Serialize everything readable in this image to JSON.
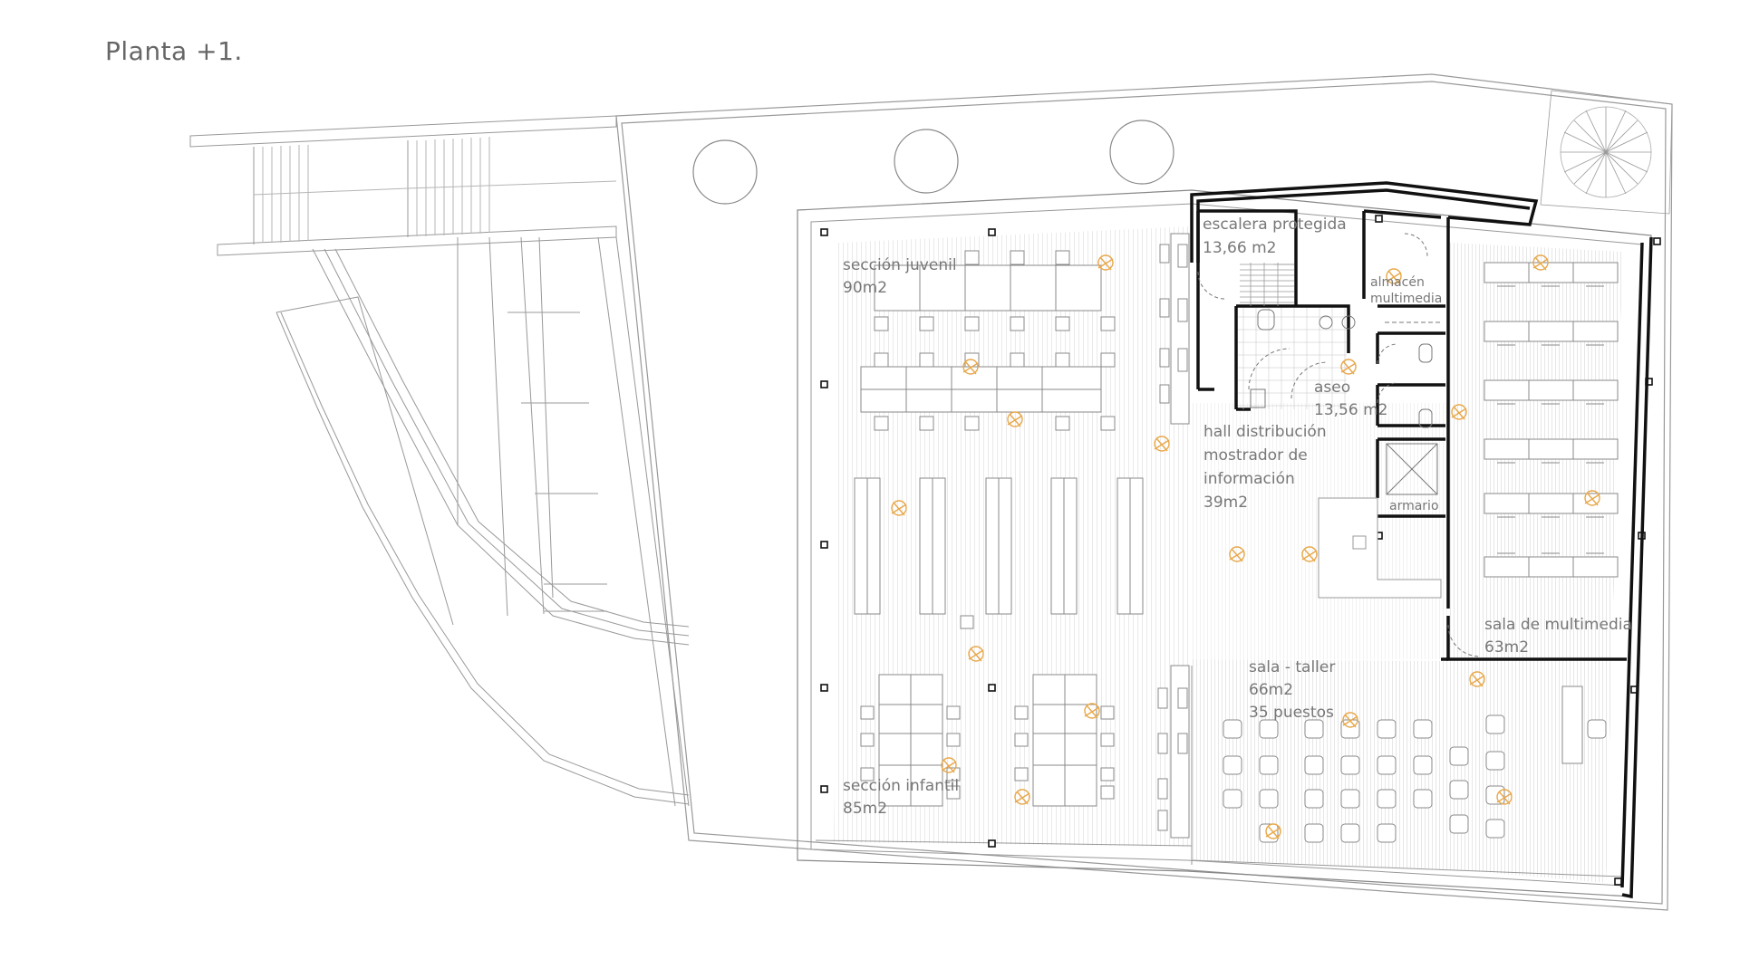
{
  "title": "Planta +1.",
  "rooms": [
    {
      "name": "escalera protegida",
      "area": "13,66 m2"
    },
    {
      "name": "sección juvenil",
      "area": "90m2"
    },
    {
      "name": "almacén multimedia",
      "line1": "almacén",
      "line2": "multimedia"
    },
    {
      "name": "aseo",
      "area": "13,56 m2"
    },
    {
      "name": "hall distribución",
      "line2": "mostrador de",
      "line3": "información",
      "area": "39m2"
    },
    {
      "name": "armario"
    },
    {
      "name": "sala de multimedia",
      "area": "63m2"
    },
    {
      "name": "sala - taller",
      "area": "66m2",
      "capacity": "35 puestos"
    },
    {
      "name": "sección infantil",
      "area": "85m2"
    }
  ],
  "colors": {
    "line": "#888888",
    "wall": "#111111",
    "figure": "#e8a84a",
    "hatch": "#cfcfcf"
  }
}
